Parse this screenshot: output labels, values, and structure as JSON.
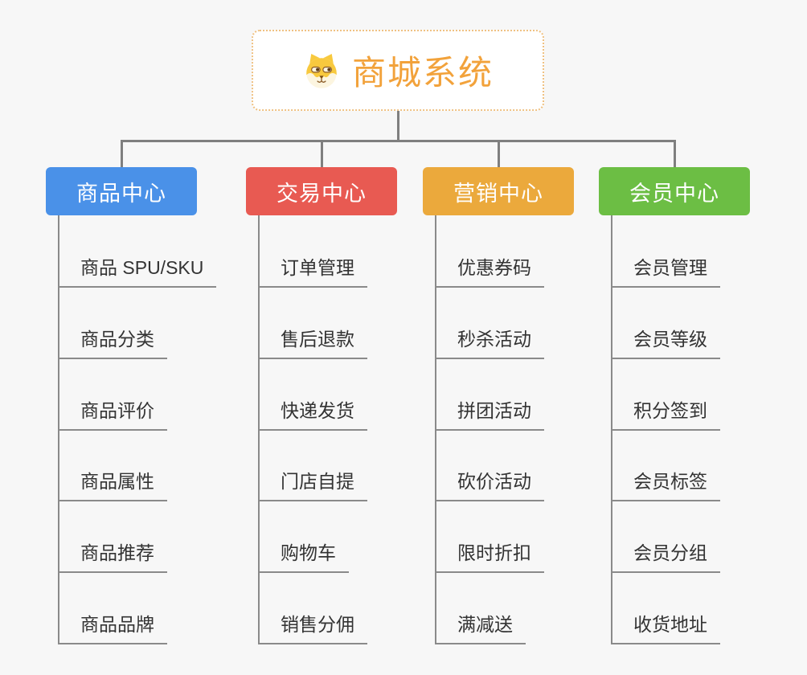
{
  "background_color": "#F7F7F7",
  "connector_color": "#7F7F7F",
  "branch_line_color": "#8A8A8A",
  "leaf_text_color": "#333333",
  "root": {
    "label": "商城系统",
    "icon": "shiba-dog-icon",
    "text_color": "#F2A23B",
    "border_color": "#EFC182",
    "background": "#FFFFFF"
  },
  "branches": [
    {
      "label": "商品中心",
      "color": "#4A91E8",
      "children": [
        "商品 SPU/SKU",
        "商品分类",
        "商品评价",
        "商品属性",
        "商品推荐",
        "商品品牌"
      ]
    },
    {
      "label": "交易中心",
      "color": "#E85A52",
      "children": [
        "订单管理",
        "售后退款",
        "快递发货",
        "门店自提",
        "购物车",
        "销售分佣"
      ]
    },
    {
      "label": "营销中心",
      "color": "#EBA93C",
      "children": [
        "优惠券码",
        "秒杀活动",
        "拼团活动",
        "砍价活动",
        "限时折扣",
        "满减送"
      ]
    },
    {
      "label": "会员中心",
      "color": "#6CBE44",
      "children": [
        "会员管理",
        "会员等级",
        "积分签到",
        "会员标签",
        "会员分组",
        "收货地址"
      ]
    }
  ]
}
